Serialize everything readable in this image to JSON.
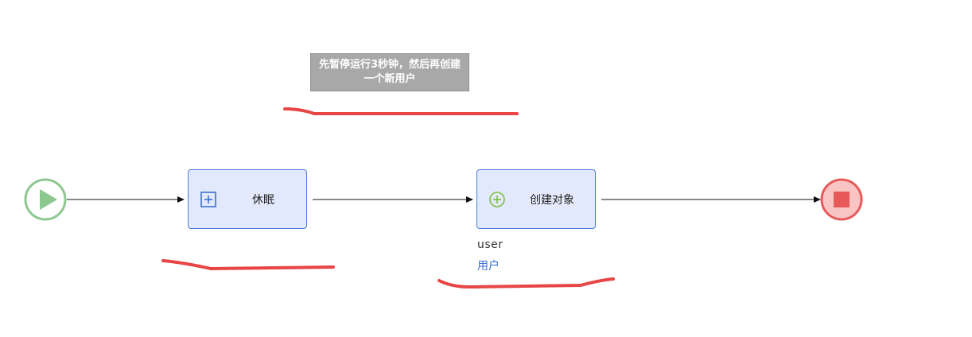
{
  "comment": {
    "text": "先暂停运行3秒钟，然后再创建一个新用户"
  },
  "nodes": {
    "start": {
      "icon": "play-icon",
      "color": "#8cc78f"
    },
    "sleep_task": {
      "label": "休眠",
      "icon": "plus-square-icon"
    },
    "create_task": {
      "label": "创建对象",
      "icon": "plus-circle-icon",
      "param_name": "user",
      "param_label": "用户"
    },
    "end": {
      "icon": "stop-icon",
      "color": "#e85a5a"
    }
  },
  "colors": {
    "task_fill": "#e3e9fc",
    "task_border": "#4a7fd6",
    "comment_fill": "#a8a8a8",
    "annotation_red": "#e84545",
    "create_icon_green": "#7dbf3e",
    "link_blue": "#3b6fd1"
  }
}
